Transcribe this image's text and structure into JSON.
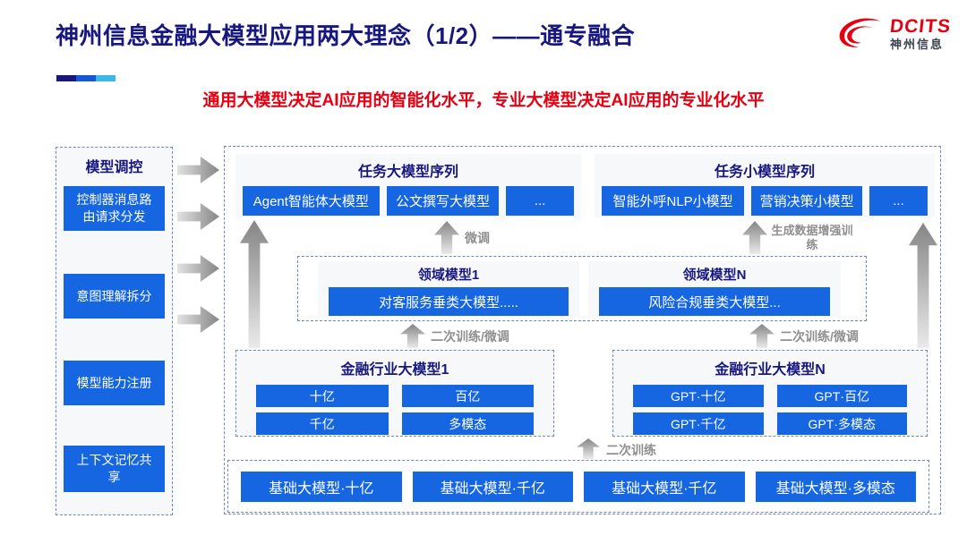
{
  "header": {
    "title": "神州信息金融大模型应用两大理念（1/2）——通专融合",
    "subtitle": "通用大模型决定AI应用的智能化水平，专业大模型决定AI应用的专业化水平",
    "logo_text": "DCITS",
    "logo_subtext": "神州信息"
  },
  "sidebar": {
    "title": "模型调控",
    "items": [
      {
        "label": "控制器消息路由请求分发"
      },
      {
        "label": "意图理解拆分"
      },
      {
        "label": "模型能力注册"
      },
      {
        "label": "上下文记忆共享"
      }
    ]
  },
  "pipeline": {
    "task_large": {
      "title": "任务大模型序列",
      "items": [
        "Agent智能体大模型",
        "公文撰写大模型",
        "..."
      ]
    },
    "task_small": {
      "title": "任务小模型序列",
      "items": [
        "智能外呼NLP小模型",
        "营销决策小模型",
        "..."
      ]
    },
    "domain_1": {
      "title": "领域模型1",
      "model": "对客服务垂类大模型....."
    },
    "domain_n": {
      "title": "领域模型N",
      "model": "风险合规垂类大模型..."
    },
    "industry_1": {
      "title": "金融行业大模型1",
      "items": [
        "十亿",
        "百亿",
        "千亿",
        "多模态"
      ]
    },
    "industry_n": {
      "title": "金融行业大模型N",
      "items": [
        "GPT·十亿",
        "GPT·百亿",
        "GPT·千亿",
        "GPT·多模态"
      ]
    },
    "base_models": [
      "基础大模型·十亿",
      "基础大模型·千亿",
      "基础大模型·千亿",
      "基础大模型·多模态"
    ],
    "labels": {
      "fine_tune": "微调",
      "gen_data_training": "生成数据增强训练",
      "retrain_finetune": "二次训练/微调",
      "retrain": "二次训练"
    }
  },
  "colors": {
    "navy": "#17177f",
    "primary_blue": "#1566e0",
    "brand_red": "#e60012",
    "label_gray": "#8f8f8f",
    "accent_bar": [
      "#17177f",
      "#1557d6",
      "#3ab8e8"
    ]
  }
}
